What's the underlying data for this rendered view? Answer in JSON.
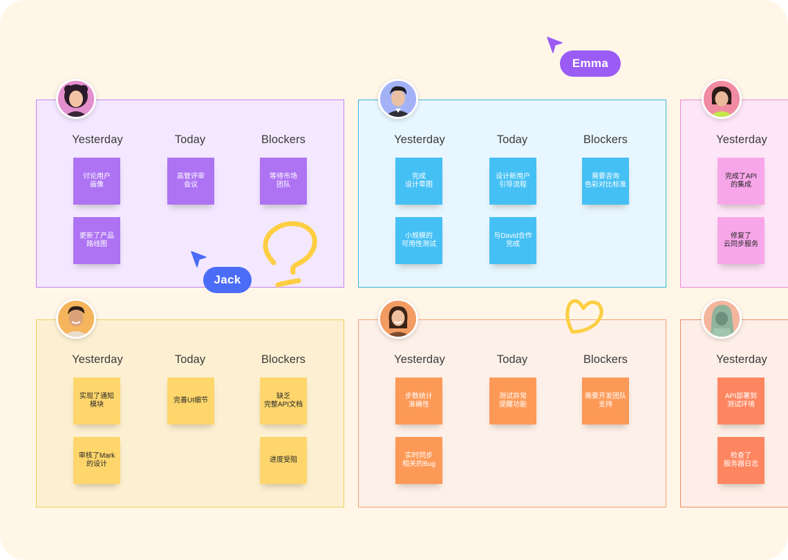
{
  "columns": {
    "yesterday": "Yesterday",
    "today": "Today",
    "blockers": "Blockers"
  },
  "cursors": {
    "emma": "Emma",
    "jack": "Jack"
  },
  "colors": {
    "purple_panel": "#f3e8ff",
    "purple_border": "#c483f3",
    "purple_note": "#ae73f3",
    "blue_panel": "#e8f7ff",
    "blue_border": "#37b4dd",
    "blue_note": "#45c0f4",
    "pink_panel": "#fde6f7",
    "pink_border": "#ea8ad4",
    "pink_note": "#f8a6ea",
    "yellow_panel": "#fdf0d2",
    "yellow_border": "#f2cf56",
    "yellow_note": "#fed66c",
    "orange_panel": "#fdf0e9",
    "orange_border": "#f7a06c",
    "orange_note": "#fd9957",
    "coral_panel": "#fdeee7",
    "coral_border": "#f18a65",
    "coral_note": "#fd8660",
    "emma_cursor": "#9b5cf5",
    "jack_cursor": "#4a6cf6",
    "doodle": "#fdce42"
  },
  "boards": {
    "purple": {
      "avatar": "woman-avatar",
      "yesterday": [
        "讨论用户\n画像",
        "更新了产品\n路线图"
      ],
      "today": [
        "高管评审\n会议"
      ],
      "blockers": [
        "等待市场\n团队"
      ]
    },
    "blue": {
      "avatar": "man-avatar",
      "yesterday": [
        "完成\n设计草图",
        "小规模的\n可用性测试"
      ],
      "today": [
        "设计新用户\n引导流程",
        "与David合作\n完成"
      ],
      "blockers": [
        "需要咨询\n色彩对比标准"
      ]
    },
    "pink": {
      "avatar": "woman-avatar",
      "yesterday": [
        "完成了API\n的集成",
        "修复了\n云同步服务"
      ]
    },
    "yellow": {
      "avatar": "man-avatar",
      "yesterday": [
        "实现了通知\n模块",
        "审核了Mark\n的设计"
      ],
      "today": [
        "完善UI细节"
      ],
      "blockers": [
        "缺乏\n完整API文档",
        "进度受阻"
      ]
    },
    "orange": {
      "avatar": "woman-avatar",
      "yesterday": [
        "步数统计\n准确性",
        "实时同步\n相关的Bug"
      ],
      "today": [
        "测试异常\n提醒功能"
      ],
      "blockers": [
        "需要开发团队\n支持"
      ]
    },
    "coral": {
      "avatar": "hooded-person-avatar",
      "yesterday": [
        "API部署到\n测试环境",
        "检查了\n服务器日志"
      ]
    }
  }
}
